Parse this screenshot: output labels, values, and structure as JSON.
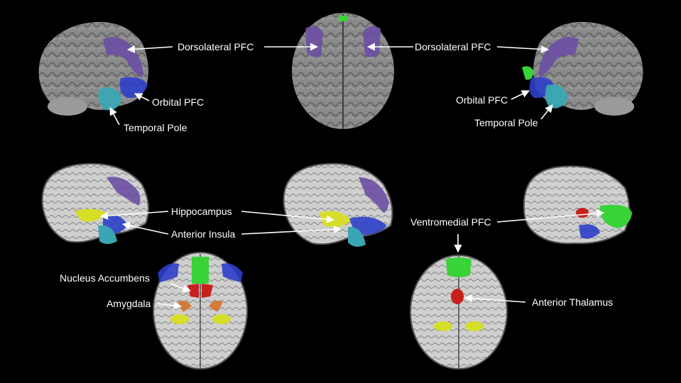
{
  "labels": {
    "dlpfc_left": "Dorsolateral PFC",
    "dlpfc_right": "Dorsolateral PFC",
    "orbital_left": "Orbital PFC",
    "orbital_right": "Orbital PFC",
    "temporal_left": "Temporal Pole",
    "temporal_right": "Temporal Pole",
    "hippocampus": "Hippocampus",
    "anterior_insula": "Anterior Insula",
    "ventromedial": "Ventromedial PFC",
    "nucleus_accumbens": "Nucleus Accumbens",
    "amygdala": "Amygdala",
    "anterior_thalamus": "Anterior Thalamus"
  },
  "colors": {
    "background": "#000000",
    "brain_gray": "#8c8c8c",
    "brain_light": "#d2d2d2",
    "dorsolateral": "#6b4fa3",
    "orbital": "#2d3fc9",
    "temporal_pole": "#3aa6b4",
    "hippocampus": "#d6de2a",
    "ventromedial": "#38d338",
    "thalamus": "#c8201c",
    "amygdala": "#d47a3a",
    "arrow": "#ffffff"
  }
}
